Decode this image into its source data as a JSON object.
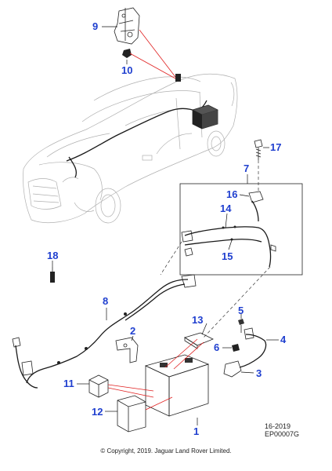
{
  "diagram": {
    "callouts": [
      {
        "id": "9",
        "text": "9"
      },
      {
        "id": "10",
        "text": "10"
      },
      {
        "id": "17",
        "text": "17"
      },
      {
        "id": "7",
        "text": "7"
      },
      {
        "id": "16",
        "text": "16"
      },
      {
        "id": "14",
        "text": "14"
      },
      {
        "id": "15",
        "text": "15"
      },
      {
        "id": "18",
        "text": "18"
      },
      {
        "id": "8",
        "text": "8"
      },
      {
        "id": "5",
        "text": "5"
      },
      {
        "id": "13",
        "text": "13"
      },
      {
        "id": "2",
        "text": "2"
      },
      {
        "id": "4",
        "text": "4"
      },
      {
        "id": "6",
        "text": "6"
      },
      {
        "id": "3",
        "text": "3"
      },
      {
        "id": "11",
        "text": "11"
      },
      {
        "id": "12",
        "text": "12"
      },
      {
        "id": "1",
        "text": "1"
      }
    ],
    "figure_ref": "16-2019",
    "figure_code": "EP00007G",
    "copyright": "© Copyright, 2019. Jaguar Land Rover Limited."
  }
}
